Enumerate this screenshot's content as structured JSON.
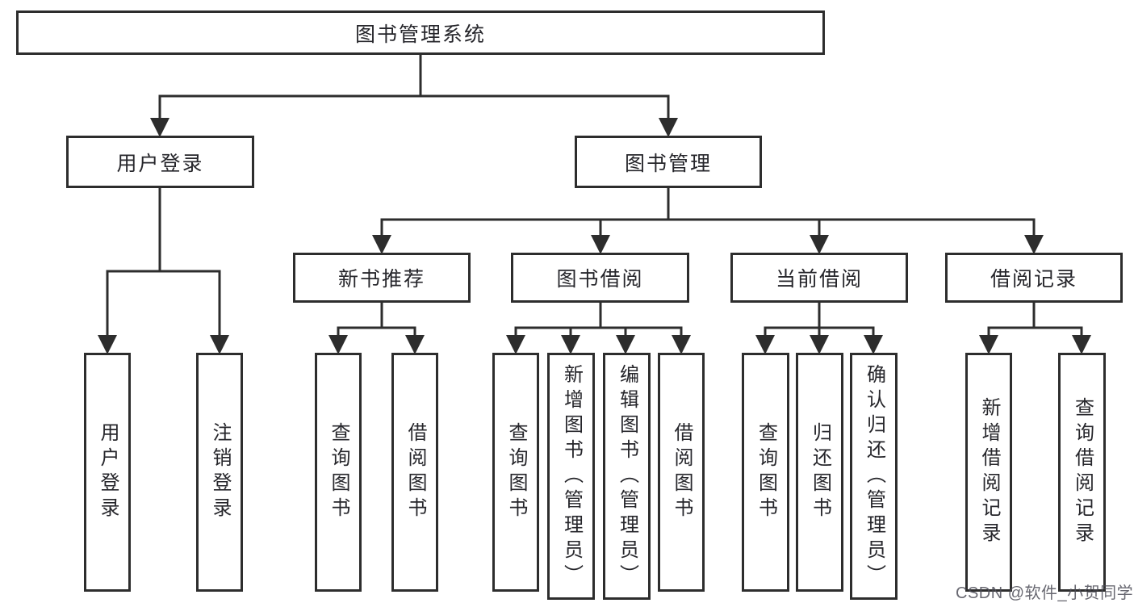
{
  "nodes": {
    "root": "图书管理系统",
    "l2": [
      "用户登录",
      "图书管理"
    ],
    "l3": [
      "新书推荐",
      "图书借阅",
      "当前借阅",
      "借阅记录"
    ],
    "leaves": [
      [
        "用户登录",
        "注销登录"
      ],
      [
        "查询图书",
        "借阅图书"
      ],
      [
        "查询图书",
        "新增图书（管理员）",
        "编辑图书（管理员）",
        "借阅图书"
      ],
      [
        "查询图书",
        "归还图书",
        "确认归还（管理员）"
      ],
      [
        "新增借阅记录",
        "查询借阅记录"
      ]
    ]
  },
  "watermark": "CSDN @软件_小贺同学",
  "colors": {
    "line": "#2d2d2d",
    "text": "#26262b",
    "watermark": "#4e4e58"
  }
}
